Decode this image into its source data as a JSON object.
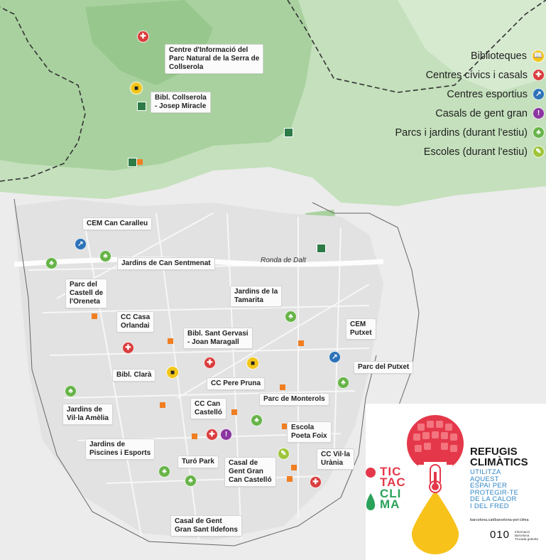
{
  "legend": {
    "items": [
      {
        "label": "Biblioteques",
        "type": "library",
        "glyph": "📖"
      },
      {
        "label": "Centres cívics i casals",
        "type": "civic",
        "glyph": "✚"
      },
      {
        "label": "Centres esportius",
        "type": "sport",
        "glyph": "↗"
      },
      {
        "label": "Casals de gent gran",
        "type": "elder",
        "glyph": "!"
      },
      {
        "label": "Parcs i jardins (durant l'estiu)",
        "type": "park",
        "glyph": "♣"
      },
      {
        "label": "Escoles (durant l'estiu)",
        "type": "school",
        "glyph": "✎"
      }
    ]
  },
  "labels": {
    "centre_informacio": "Centre d'Informació del\nParc Natural de la Serra de\nCollserola",
    "bibl_collserola": "Bibl. Collserola\n- Josep Miracle",
    "cem_can_caralleu": "CEM Can Caralleu",
    "jardins_can_sentmenat": "Jardins de Can Sentmenat",
    "parc_castell_oreneta": "Parc del\nCastell de\nl'Oreneta",
    "jardins_tamarita": "Jardins de la\nTamarita",
    "cc_casa_orlandai": "CC Casa\nOrlandai",
    "bibl_sant_gervasi": "Bibl. Sant Gervasi\n- Joan Maragall",
    "cem_putxet": "CEM\nPutxet",
    "parc_putxet": "Parc del Putxet",
    "bibl_clara": "Bibl. Clarà",
    "cc_pere_pruna": "CC Pere Pruna",
    "parc_monterols": "Parc de Monterols",
    "jardins_vila_amelia": "Jardins de\nVil·la Amèlia",
    "cc_can_castello": "CC Can\nCastelló",
    "escola_poeta_foix": "Escola\nPoeta Foix",
    "jardins_piscines": "Jardins de\nPiscines i Esports",
    "turo_park": "Turó Park",
    "casal_can_castello": "Casal de\nGent Gran\nCan Castelló",
    "cc_vil_la_urania": "CC Vil·la\nUrània",
    "casal_sant_ildefons": "Casal de Gent\nGran Sant Ildefons"
  },
  "streets": {
    "ronda_de_dalt": "Ronda de Dalt"
  },
  "poster": {
    "tictac": [
      "TIC",
      "TAC",
      "CLI",
      "MA"
    ],
    "title": "REFUGIS\nCLIMÀTICS",
    "subtitle": "UTILITZA\nAQUEST\nESPAI PER\nPROTEGIR-TE\nDE LA CALOR\nI DEL FRED",
    "url": "barcelona.cat/barcelona-pel-clima",
    "phone": "010",
    "phone_info": "Informació\nBarcelona\nTrucada gratuïta"
  },
  "colors": {
    "library": "#f2c61a",
    "civic": "#d93d3d",
    "sport": "#2d73b8",
    "elder": "#8b36a0",
    "park": "#67b449",
    "school": "#9ec53b",
    "forest": "#bcdcb4",
    "poster_red": "#e4384a",
    "poster_yellow": "#f7c21a",
    "tictac_green": "#2aa25a"
  }
}
